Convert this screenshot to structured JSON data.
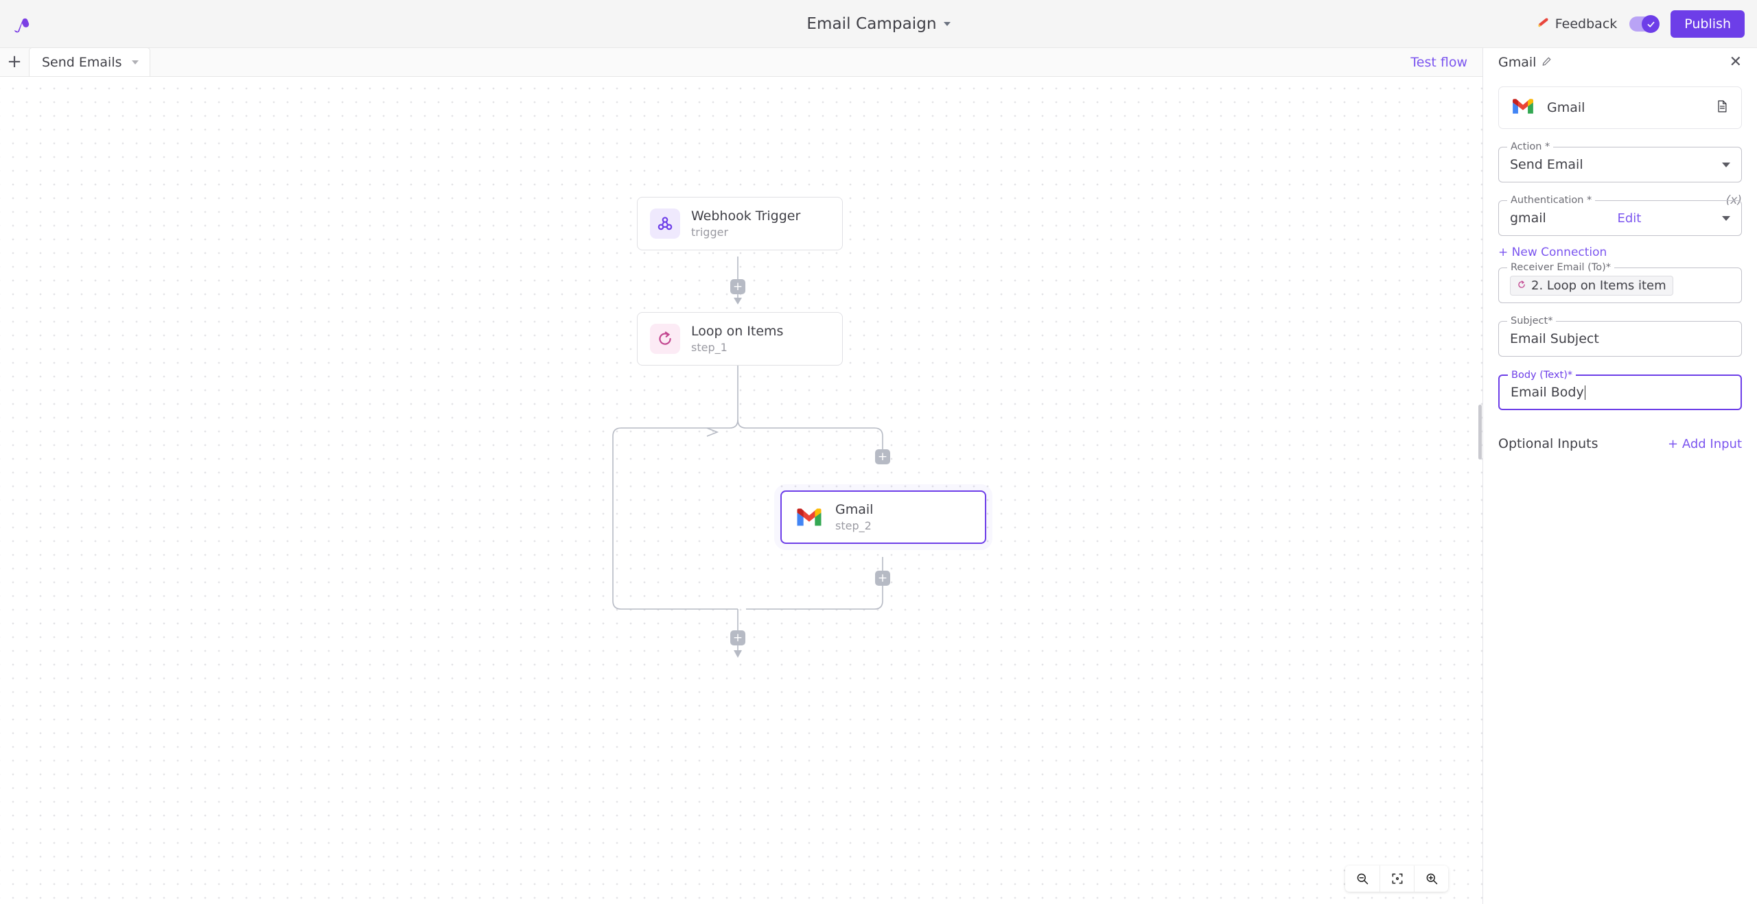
{
  "header": {
    "logo_icon": "activepieces-logo-icon",
    "title": "Email Campaign",
    "title_chevron_icon": "chevron-down-icon",
    "feedback_label": "Feedback",
    "feedback_icon": "megaphone-icon",
    "toggle_state": "on",
    "toggle_check_icon": "check-icon",
    "publish_label": "Publish",
    "accent_color": "#6d3ee8"
  },
  "tabs": {
    "add_icon": "plus-icon",
    "items": [
      {
        "label": "Send Emails",
        "active": true,
        "caret_icon": "caret-down-icon"
      }
    ],
    "test_flow_label": "Test flow"
  },
  "canvas": {
    "nodes": [
      {
        "id": "trigger",
        "title": "Webhook Trigger",
        "subtitle": "trigger",
        "icon": "webhook-icon",
        "selected": false
      },
      {
        "id": "step_1",
        "title": "Loop on Items",
        "subtitle": "step_1",
        "icon": "loop-refresh-icon",
        "selected": false
      },
      {
        "id": "step_2",
        "title": "Gmail",
        "subtitle": "step_2",
        "icon": "gmail-icon",
        "selected": true
      }
    ],
    "add_step_icon": "plus-icon",
    "add_step_buttons": 4,
    "zoom_controls": [
      {
        "name": "zoom-out",
        "icon": "magnifier-minus-icon"
      },
      {
        "name": "fit-view",
        "icon": "focus-frame-icon"
      },
      {
        "name": "zoom-in",
        "icon": "magnifier-plus-icon"
      }
    ]
  },
  "panel": {
    "title": "Gmail",
    "edit_icon": "pencil-icon",
    "close_icon": "close-icon",
    "connection": {
      "name": "Gmail",
      "logo_icon": "gmail-icon",
      "docs_icon": "document-icon"
    },
    "fields": [
      {
        "name": "action",
        "label": "Action *",
        "value": "Send Email",
        "type": "select",
        "focused": false
      },
      {
        "name": "authentication",
        "label": "Authentication *",
        "value": "gmail",
        "type": "select",
        "action_label": "Edit",
        "focused": false
      },
      {
        "name": "receiver-email",
        "label": "Receiver Email (To)*",
        "value": "",
        "type": "chip-input",
        "chip_text": "2. Loop on Items item",
        "chip_icon": "loop-refresh-icon",
        "focused": false
      },
      {
        "name": "subject",
        "label": "Subject*",
        "value": "Email Subject",
        "type": "text",
        "focused": false
      },
      {
        "name": "body-text",
        "label": "Body (Text)*",
        "value": "Email Body",
        "type": "text",
        "focused": true
      }
    ],
    "variable_icon_label": "(x)",
    "new_connection_label": "+ New Connection",
    "optional_inputs_label": "Optional Inputs",
    "add_input_label": "+ Add Input"
  }
}
